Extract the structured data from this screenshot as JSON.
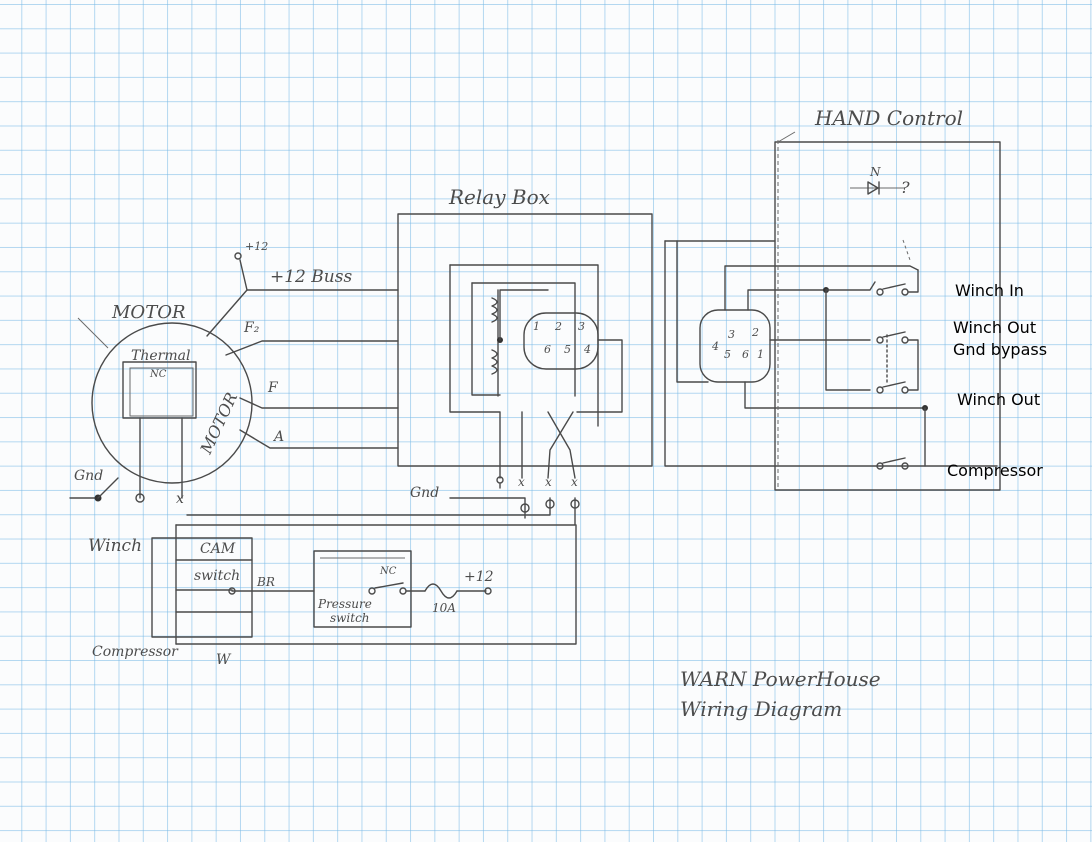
{
  "title": {
    "line1": "WARN  PowerHouse",
    "line2": "Wiring  Diagram"
  },
  "sections": {
    "relay_box": "Relay Box",
    "hand_control": "HAND Control",
    "motor_label": "MOTOR",
    "motor_inner": "MOTOR"
  },
  "motor": {
    "thermal": "Thermal",
    "nc": "NC",
    "f2": "F₂",
    "f": "F",
    "a": "A"
  },
  "buss": {
    "plus12": "+12",
    "label": "+12  Buss"
  },
  "ground": {
    "left": "Gnd",
    "relay": "Gnd"
  },
  "relay": {
    "pins": [
      "1",
      "2",
      "3",
      "4",
      "5",
      "6"
    ]
  },
  "hand_pins": [
    "4",
    "3",
    "2",
    "5",
    "6",
    "1"
  ],
  "diode": {
    "label": "N",
    "question": "?"
  },
  "switches": {
    "winch": "Winch",
    "cam": "CAM",
    "switch": "switch",
    "br": "BR",
    "pressure": "Pressure",
    "pressure_switch": "switch",
    "nc": "NC",
    "fuse": "10A",
    "plus12": "+12",
    "compressor": "Compressor",
    "w": "W"
  },
  "labels": {
    "winch_in": "Winch In",
    "winch_out_1": "Winch Out",
    "gnd_bypass": "Gnd bypass",
    "winch_out_2": "Winch Out",
    "compressor": "Compressor"
  }
}
